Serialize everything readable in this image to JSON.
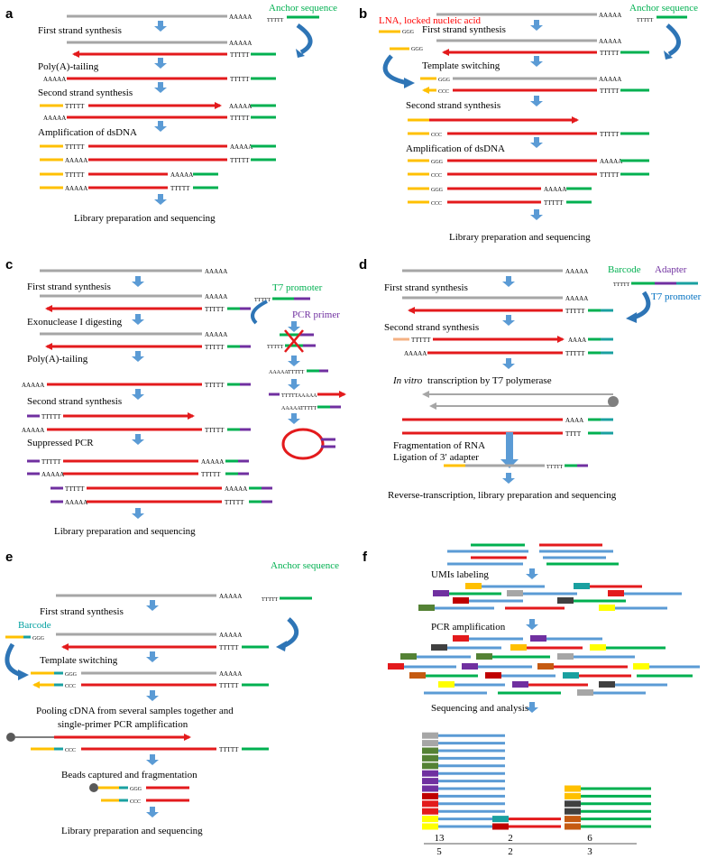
{
  "panels": {
    "a": {
      "letter": "a",
      "anchor": "Anchor sequence",
      "steps": [
        "First strand synthesis",
        "Poly(A)-tailing",
        "Second strand synthesis",
        "Amplification of dsDNA"
      ],
      "final": "Library preparation and sequencing"
    },
    "b": {
      "letter": "b",
      "lna": "LNA, locked nucleic acid",
      "anchor": "Anchor sequence",
      "steps": [
        "First strand synthesis",
        "Template switching",
        "Second strand synthesis",
        "Amplification of dsDNA"
      ],
      "final": "Library preparation and sequencing"
    },
    "c": {
      "letter": "c",
      "t7": "T7 promoter",
      "pcr_primer": "PCR primer",
      "steps": [
        "First strand synthesis",
        "Exonuclease I digesting",
        "Poly(A)-tailing",
        "Second strand synthesis",
        "Suppressed PCR"
      ],
      "final": "Library preparation and sequencing"
    },
    "d": {
      "letter": "d",
      "barcode": "Barcode",
      "adapter": "Adapter",
      "t7": "T7 promoter",
      "steps": [
        "First strand synthesis",
        "Second strand synthesis"
      ],
      "ivt_italic": "In vitro",
      "ivt_rest": " transcription by T7 polymerase",
      "frag1": "Fragmentation of RNA",
      "frag2": "Ligation of 3′ adapter",
      "final": "Reverse-transcription, library preparation and sequencing"
    },
    "e": {
      "letter": "e",
      "anchor": "Anchor sequence",
      "barcode": "Barcode",
      "steps": [
        "First strand synthesis",
        "Template switching"
      ],
      "pool1": "Pooling cDNA from several samples together and",
      "pool2": "single-primer PCR amplification",
      "beads": "Beads captured and fragmentation",
      "final": "Library preparation and sequencing"
    },
    "f": {
      "letter": "f",
      "steps": [
        "UMIs labeling",
        "PCR amplification",
        "Sequencing and analysis"
      ],
      "counts_top": [
        "13",
        "2",
        "6"
      ],
      "counts_bottom": [
        "5",
        "2",
        "3"
      ]
    }
  },
  "seq": {
    "polyA": "AAAAA",
    "polyT": "TTTTT",
    "ggg": "GGG",
    "ccc": "CCC",
    "aaaa": "AAAA",
    "tttt": "TTTT",
    "aaaaa_tttt": "AAAAATTTTT",
    "ttttt_aaaaa": "TTTTTAAAAA"
  },
  "colors": {
    "gray": "#a6a6a6",
    "red": "#e31a1c",
    "green": "#00b050",
    "yellow": "#ffc000",
    "blue": "#5b9bd5",
    "purple": "#7030a0",
    "teal": "#1aa0a0",
    "label_green": "#00b050",
    "label_red": "#ff0000",
    "label_purple": "#7030a0",
    "label_blue": "#0070c0",
    "label_teal": "#00a0a0"
  }
}
